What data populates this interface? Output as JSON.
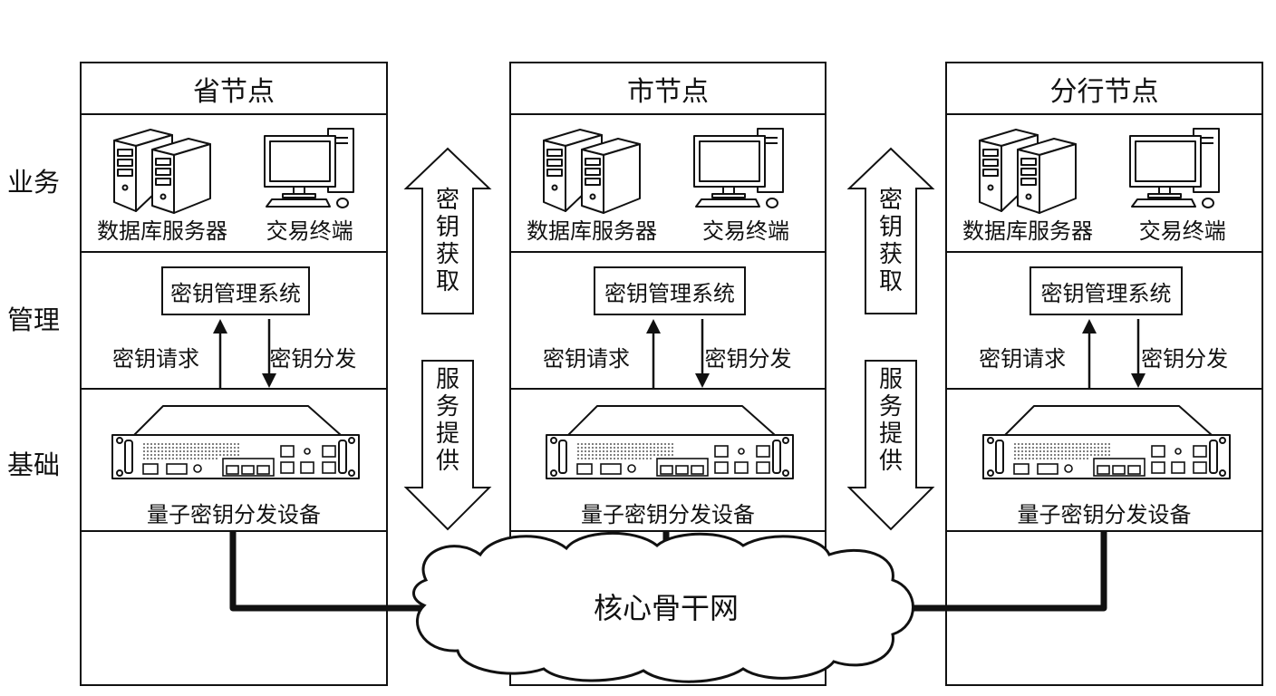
{
  "row_labels": {
    "business": "业务",
    "management": "管理",
    "foundation": "基础"
  },
  "nodes": [
    {
      "title": "省节点",
      "db_server_label": "数据库服务器",
      "terminal_label": "交易终端",
      "kms_label": "密钥管理系统",
      "request_label": "密钥请求",
      "distribute_label": "密钥分发",
      "device_label": "量子密钥分发设备"
    },
    {
      "title": "市节点",
      "db_server_label": "数据库服务器",
      "terminal_label": "交易终端",
      "kms_label": "密钥管理系统",
      "request_label": "密钥请求",
      "distribute_label": "密钥分发",
      "device_label": "量子密钥分发设备"
    },
    {
      "title": "分行节点",
      "db_server_label": "数据库服务器",
      "terminal_label": "交易终端",
      "kms_label": "密钥管理系统",
      "request_label": "密钥请求",
      "distribute_label": "密钥分发",
      "device_label": "量子密钥分发设备"
    }
  ],
  "inter_node_arrows": [
    {
      "up_label": [
        "密",
        "钥",
        "获",
        "取"
      ],
      "down_label": [
        "服",
        "务",
        "提",
        "供"
      ]
    },
    {
      "up_label": [
        "密",
        "钥",
        "获",
        "取"
      ],
      "down_label": [
        "服",
        "务",
        "提",
        "供"
      ]
    }
  ],
  "network": {
    "label": "核心骨干网"
  }
}
